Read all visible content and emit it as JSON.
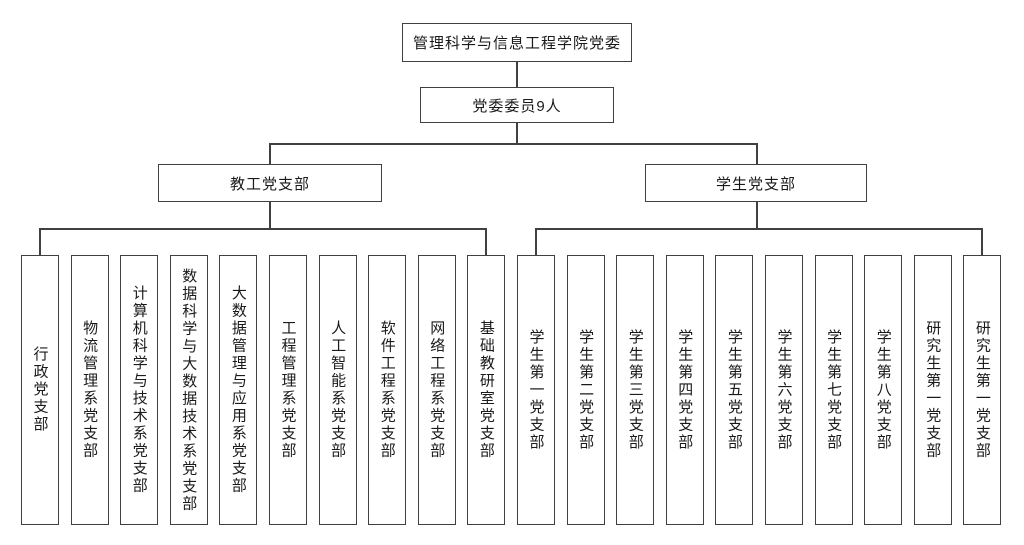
{
  "org_chart": {
    "root": {
      "label": "管理科学与信息工程学院党委"
    },
    "committee": {
      "label": "党委委员9人"
    },
    "branches": [
      {
        "label": "教工党支部",
        "children": [
          "行政党支部",
          "物流管理系党支部",
          "计算机科学与技术系党支部",
          "数据科学与大数据技术系党支部",
          "大数据管理与应用系党支部",
          "工程管理系党支部",
          "人工智能系党支部",
          "软件工程系党支部",
          "网络工程系党支部",
          "基础教研室党支部"
        ]
      },
      {
        "label": "学生党支部",
        "children": [
          "学生第一党支部",
          "学生第二党支部",
          "学生第三党支部",
          "学生第四党支部",
          "学生第五党支部",
          "学生第六党支部",
          "学生第七党支部",
          "学生第八党支部",
          "研究生第一党支部",
          "研究生第一党支部"
        ]
      }
    ],
    "colors": {
      "line": "#404040",
      "text": "#1a1a1a",
      "background": "#ffffff"
    }
  }
}
